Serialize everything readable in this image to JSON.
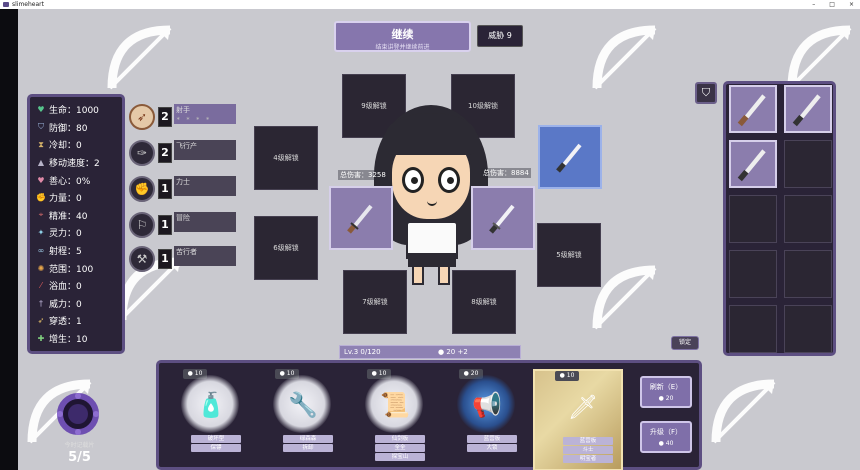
{
  "window": {
    "title": "slimeheart",
    "controls": [
      "–",
      "□",
      "×"
    ]
  },
  "stats": [
    {
      "icon": "heart-icon",
      "glyph": "♥",
      "color": "#57c58d",
      "label": "生命：1000"
    },
    {
      "icon": "shield-icon",
      "glyph": "⛉",
      "color": "#9fb8e0",
      "label": "防御：80"
    },
    {
      "icon": "hourglass-icon",
      "glyph": "⧗",
      "color": "#d6b36a",
      "label": "冷却：0"
    },
    {
      "icon": "boot-icon",
      "glyph": "▲",
      "color": "#b7b3c8",
      "label": "移动速度：2"
    },
    {
      "icon": "heart-small-icon",
      "glyph": "♥",
      "color": "#e08aa8",
      "label": "善心：0%"
    },
    {
      "icon": "fist-icon",
      "glyph": "✊",
      "color": "#e6c28a",
      "label": "力量：0"
    },
    {
      "icon": "crosshair-icon",
      "glyph": "⌖",
      "color": "#d46b6b",
      "label": "精准：40"
    },
    {
      "icon": "star-icon",
      "glyph": "✦",
      "color": "#8fd1e8",
      "label": "灵力：0"
    },
    {
      "icon": "binoculars-icon",
      "glyph": "∞",
      "color": "#9ecbe6",
      "label": "射程：5"
    },
    {
      "icon": "burst-icon",
      "glyph": "✺",
      "color": "#e6a64a",
      "label": "范围：100"
    },
    {
      "icon": "slash-icon",
      "glyph": "⁄",
      "color": "#d65a5a",
      "label": "浴血：0"
    },
    {
      "icon": "sword-icon",
      "glyph": "†",
      "color": "#bdb4d8",
      "label": "威力：0"
    },
    {
      "icon": "arrow-icon",
      "glyph": "➶",
      "color": "#e6c06a",
      "label": "穿透：1"
    },
    {
      "icon": "plus-icon",
      "glyph": "✚",
      "color": "#7fcf7f",
      "label": "增生：10"
    }
  ],
  "talents": [
    {
      "glyph": "➶",
      "count": "2",
      "name": "射手",
      "dots": "∗ ∗ ∗ ∗",
      "active": true
    },
    {
      "glyph": "✑",
      "count": "2",
      "name": "飞行产",
      "dots": "",
      "active": false
    },
    {
      "glyph": "✊",
      "count": "1",
      "name": "力士",
      "dots": "",
      "active": false
    },
    {
      "glyph": "⚐",
      "count": "1",
      "name": "冒险",
      "dots": "",
      "active": false
    },
    {
      "glyph": "⚒",
      "count": "1",
      "name": "苦行者",
      "dots": "",
      "active": false
    }
  ],
  "top": {
    "continue_title": "继续",
    "continue_sub": "结束讲登并继续前进",
    "threat": "威胁 9"
  },
  "slots": {
    "lv9": "9级解锁",
    "lv10": "10级解锁",
    "lv4": "4级解锁",
    "lv6": "6级解锁",
    "lv5": "5级解锁",
    "lv7": "7级解锁",
    "lv8": "8级解锁"
  },
  "damage": {
    "left": "总伤害：3258",
    "right": "总伤害：8884"
  },
  "level_bar": {
    "level": "Lv.3  0/120",
    "coins": "20  +2"
  },
  "lock_button": "锁定",
  "shop": [
    {
      "price": "10",
      "item_glyph": "🧴",
      "tags": [
        "破坏型",
        "保镖"
      ],
      "glow": "white"
    },
    {
      "price": "10",
      "item_glyph": "🔧",
      "tags": [
        "绿森森",
        "拆卸"
      ],
      "glow": "white"
    },
    {
      "price": "10",
      "item_glyph": "📜",
      "tags": [
        "仙剑板",
        "全全",
        "探宝山"
      ],
      "glow": "white"
    },
    {
      "price": "20",
      "item_glyph": "📢",
      "tags": [
        "蓝营板",
        "大锁"
      ],
      "glow": "blue"
    },
    {
      "price": "10",
      "item_glyph": "🗡",
      "tags": [
        "蓝营板",
        "斗士",
        "明宝者"
      ],
      "glow": "gold"
    }
  ],
  "refresh": {
    "label": "刷新（E）",
    "cost": "20"
  },
  "upgrade": {
    "label": "升级（F）",
    "cost": "40"
  },
  "portal": {
    "label": "今时记载片",
    "count": "5/5"
  }
}
